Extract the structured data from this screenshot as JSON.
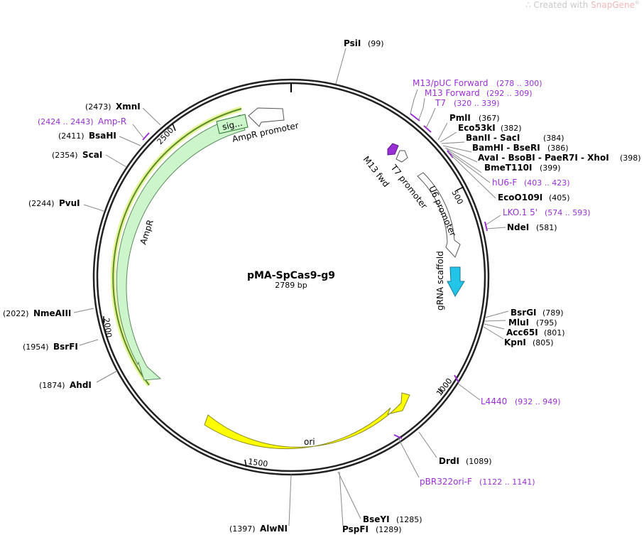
{
  "watermark": {
    "prefix": "Created with ",
    "brand": "SnapGene",
    "mark": "®"
  },
  "plasmid": {
    "name": "pMA-SpCas9-g9",
    "length": "2789 bp"
  },
  "colors": {
    "primer": "#9a2fd6",
    "ampr_fill": "#ccf5cc",
    "ori_fill": "#ffff00",
    "grna_fill": "#22c4e8",
    "m13_fill": "#9a2fd6",
    "highlight": "#e6f59a"
  },
  "ticks": [
    "500",
    "1000",
    "1500",
    "2000",
    "2500"
  ],
  "features": {
    "ampr_promoter": "AmpR promoter",
    "ampr": "AmpR",
    "sig": "sig...",
    "ori": "ori",
    "t7_promoter": "T7 promoter",
    "m13_fwd": "M13 fwd",
    "u6_promoter": "U6 promoter",
    "grna_scaffold": "gRNA scaffold"
  },
  "enzymes": [
    {
      "name": "PsiI",
      "pos": "(99)"
    },
    {
      "name": "PmlI",
      "pos": "(367)"
    },
    {
      "name": "Eco53kI",
      "pos": "(382)"
    },
    {
      "name": "BanII - SacI",
      "pos": "(384)"
    },
    {
      "name": "BamHI - BseRI",
      "pos": "(386)"
    },
    {
      "name": "AvaI - BsoBI - PaeR7I - XhoI",
      "pos": "(398)"
    },
    {
      "name": "BmeT110I",
      "pos": "(399)"
    },
    {
      "name": "EcoO109I",
      "pos": "(405)"
    },
    {
      "name": "NdeI",
      "pos": "(581)"
    },
    {
      "name": "BsrGI",
      "pos": "(789)"
    },
    {
      "name": "MluI",
      "pos": "(795)"
    },
    {
      "name": "Acc65I",
      "pos": "(801)"
    },
    {
      "name": "KpnI",
      "pos": "(805)"
    },
    {
      "name": "DrdI",
      "pos": "(1089)"
    },
    {
      "name": "BseYI",
      "pos": "(1285)"
    },
    {
      "name": "PspFI",
      "pos": "(1289)"
    },
    {
      "name": "AlwNI",
      "pos": "(1397)"
    },
    {
      "name": "AhdI",
      "pos": "(1874)"
    },
    {
      "name": "BsrFI",
      "pos": "(1954)"
    },
    {
      "name": "NmeAIII",
      "pos": "(2022)"
    },
    {
      "name": "PvuI",
      "pos": "(2244)"
    },
    {
      "name": "ScaI",
      "pos": "(2354)"
    },
    {
      "name": "BsaHI",
      "pos": "(2411)"
    },
    {
      "name": "XmnI",
      "pos": "(2473)"
    }
  ],
  "primers": [
    {
      "name": "M13/pUC Forward",
      "range": "(278 .. 300)"
    },
    {
      "name": "M13 Forward",
      "range": "(292 .. 309)"
    },
    {
      "name": "T7",
      "range": "(320 .. 339)"
    },
    {
      "name": "hU6-F",
      "range": "(403 .. 423)"
    },
    {
      "name": "LKO.1 5'",
      "range": "(574 .. 593)"
    },
    {
      "name": "L4440",
      "range": "(932 .. 949)"
    },
    {
      "name": "pBR322ori-F",
      "range": "(1122 .. 1141)"
    },
    {
      "name": "Amp-R",
      "range": "(2424 .. 2443)"
    }
  ]
}
